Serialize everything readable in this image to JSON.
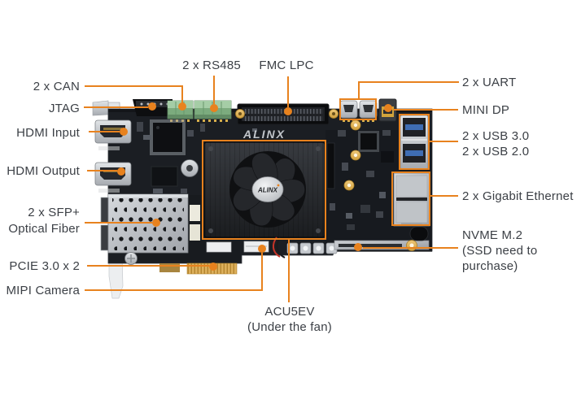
{
  "page": {
    "background": "#FFFFFF",
    "kind": "annotated development board diagram"
  },
  "product": {
    "brand": "ALINX",
    "model": "ACU5EV"
  },
  "colors": {
    "accent_orange": "#E8821E",
    "label_text": "#3C4046",
    "pcb_black": "#1B1E23"
  },
  "annotations": {
    "can": "2 x CAN",
    "jtag": "JTAG",
    "hdmi_input": "HDMI Input",
    "hdmi_output": "HDMI Output",
    "sfp": "2 x SFP+\nOptical Fiber",
    "pcie": "PCIE 3.0 x 2",
    "mipi_camera": "MIPI Camera",
    "rs485": "2 x RS485",
    "fmc_lpc": "FMC LPC",
    "acu5ev": "ACU5EV\n(Under the fan)",
    "uart": "2 x UART",
    "mini_dp": "MINI DP",
    "usb": "2 x USB 3.0\n2 x USB 2.0",
    "gigabit_ethernet": "2 x Gigabit Ethernet",
    "nvme_m2": "NVME M.2\n(SSD need to\npurchase)"
  },
  "board_markings": {
    "silkscreen_logo": "ALINX",
    "fan_hub_logo": "ALINX"
  }
}
